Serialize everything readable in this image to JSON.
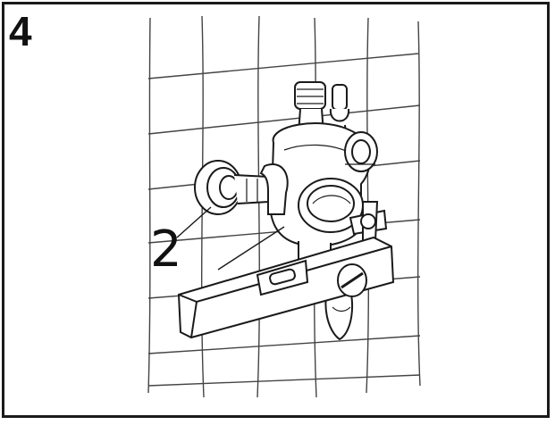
{
  "step_number": "4",
  "callout_label": "2",
  "icons": [
    "shower-valve-illustration",
    "spirit-level-icon",
    "tile-grid"
  ],
  "colors": {
    "line": "#1a1a1a",
    "paper": "#ffffff"
  }
}
